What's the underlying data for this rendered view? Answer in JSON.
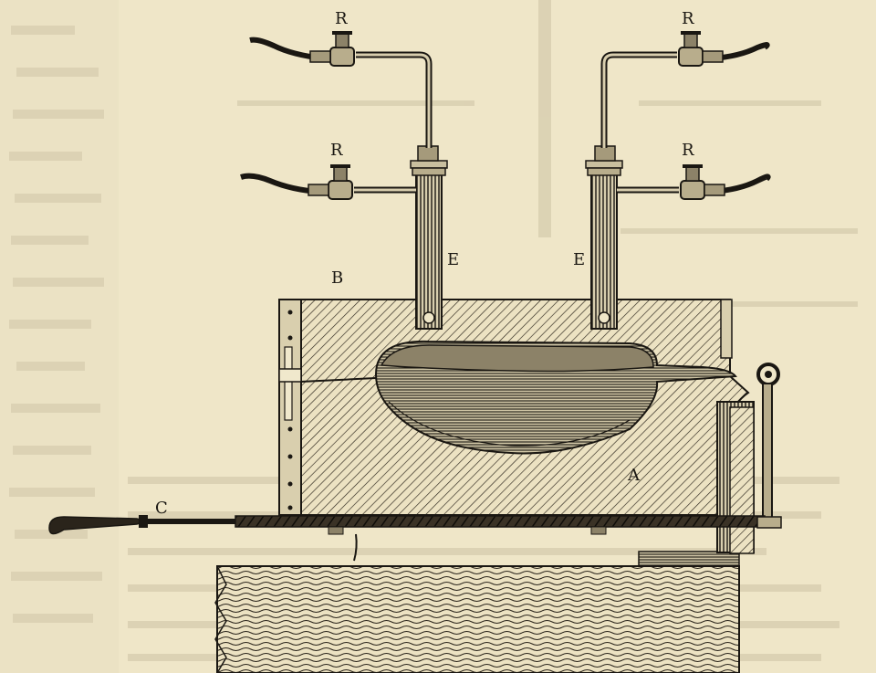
{
  "figure": {
    "labels": {
      "r_top_left": "R",
      "r_top_right": "R",
      "r_mid_left": "R",
      "r_mid_right": "R",
      "e_left": "E",
      "e_right": "E",
      "b": "B",
      "a": "A",
      "c": "C"
    }
  },
  "colors": {
    "paper": "#efe6c8",
    "ink": "#1a1712",
    "bleed_text": "#b9ae90"
  }
}
